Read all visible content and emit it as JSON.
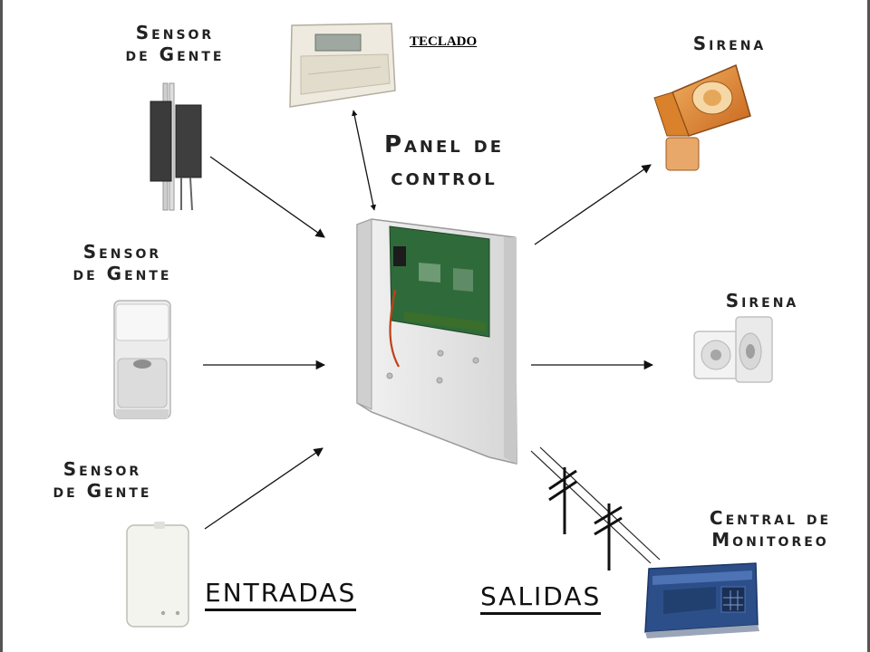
{
  "labels": {
    "sensor_top": [
      "Sensor",
      "de Gente"
    ],
    "sensor_mid": [
      "Sensor",
      "de Gente"
    ],
    "sensor_bottom": [
      "Sensor",
      "de Gente"
    ],
    "teclado": "TECLADO",
    "panel": [
      "Panel de",
      "control"
    ],
    "sirena_top": "Sirena",
    "sirena_mid": "Sirena",
    "central": [
      "Central de",
      "Monitoreo"
    ],
    "entradas": "ENTRADAS",
    "salidas": "SALIDAS"
  },
  "colors": {
    "text": "#222222",
    "arrow": "#111111",
    "panel": "#e4e4e4",
    "pcb": "#2f6b3a",
    "siren_horn": "#d9822b",
    "frame": "#555555"
  },
  "icons": {
    "sensor_top": "magnetic-contact-sensor-icon",
    "sensor_mid": "pir-motion-sensor-icon",
    "sensor_bottom": "glass-break-sensor-icon",
    "keypad": "keypad-icon",
    "panel": "control-panel-icon",
    "siren_horn": "horn-siren-icon",
    "siren_indoor": "indoor-siren-icon",
    "monitoring": "monitoring-console-icon",
    "phone_line": "telephone-line-icon"
  }
}
